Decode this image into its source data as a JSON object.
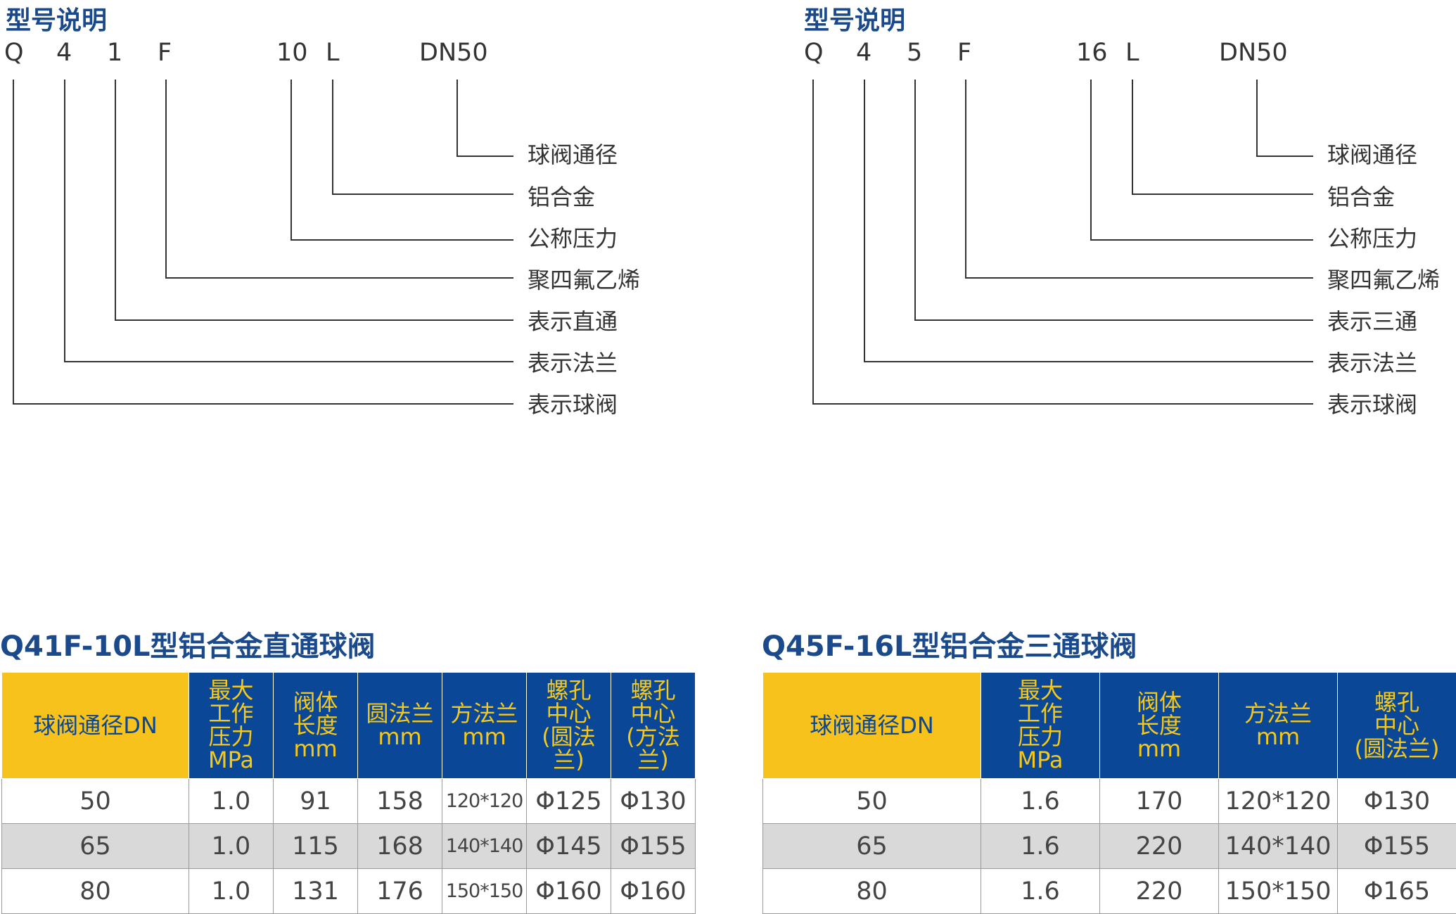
{
  "left": {
    "heading": "型号说明",
    "code": [
      "Q",
      "4",
      "1",
      "F",
      "10",
      "L",
      "DN50"
    ],
    "legend": [
      "球阀通径",
      "铝合金",
      "公称压力",
      "聚四氟乙烯",
      "表示直通",
      "表示法兰",
      "表示球阀"
    ],
    "table": {
      "title": "Q41F-10L型铝合金直通球阀",
      "headers": [
        "球阀通径DN",
        "最大\n工作\n压力\nMPa",
        "阀体\n长度\nmm",
        "圆法兰\nmm",
        "方法兰\nmm",
        "螺孔\n中心\n(圆法兰)",
        "螺孔\n中心\n(方法兰)"
      ],
      "rows": [
        [
          "50",
          "1.0",
          "91",
          "158",
          "120*120",
          "Φ125",
          "Φ130"
        ],
        [
          "65",
          "1.0",
          "115",
          "168",
          "140*140",
          "Φ145",
          "Φ155"
        ],
        [
          "80",
          "1.0",
          "131",
          "176",
          "150*150",
          "Φ160",
          "Φ160"
        ]
      ]
    }
  },
  "right": {
    "heading": "型号说明",
    "code": [
      "Q",
      "4",
      "5",
      "F",
      "16",
      "L",
      "DN50"
    ],
    "legend": [
      "球阀通径",
      "铝合金",
      "公称压力",
      "聚四氟乙烯",
      "表示三通",
      "表示法兰",
      "表示球阀"
    ],
    "table": {
      "title": "Q45F-16L型铝合金三通球阀",
      "headers": [
        "球阀通径DN",
        "最大\n工作\n压力\nMPa",
        "阀体\n长度\nmm",
        "方法兰\nmm",
        "螺孔\n中心\n(圆法兰)"
      ],
      "rows": [
        [
          "50",
          "1.6",
          "170",
          "120*120",
          "Φ130"
        ],
        [
          "65",
          "1.6",
          "220",
          "140*140",
          "Φ155"
        ],
        [
          "80",
          "1.6",
          "220",
          "150*150",
          "Φ165"
        ]
      ]
    }
  },
  "colors": {
    "heading": "#1a4a8c",
    "header_blue": "#0a4796",
    "header_yellow": "#f7c21c",
    "header_text_yellow": "#f5c81a",
    "row_shade": "#d9d9d9"
  }
}
